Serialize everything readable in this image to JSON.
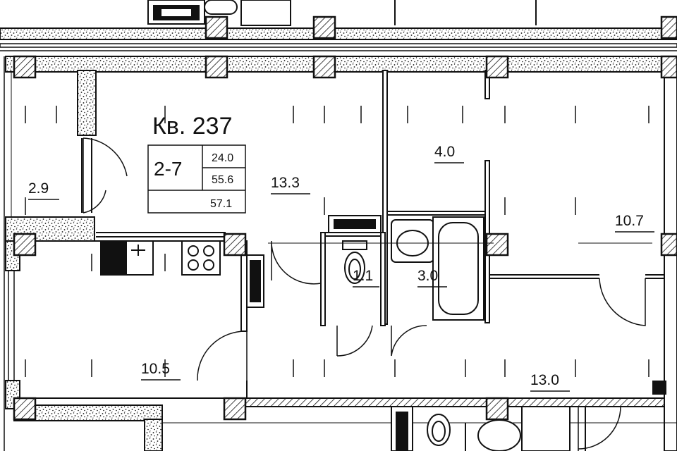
{
  "apartment": {
    "title": "Кв. 237",
    "code": "2-7",
    "living_area": "24.0",
    "usable_area": "55.6",
    "total_area": "57.1"
  },
  "rooms": {
    "hall_small": "2.9",
    "corridor": "13.3",
    "closet": "4.0",
    "wc": "1.1",
    "bathroom": "3.0",
    "room_right": "10.7",
    "kitchen": "10.5",
    "room_bottom": "13.0"
  },
  "colors": {
    "line": "#111111",
    "wall_fill": "#ffffff",
    "hatch": "#111111"
  }
}
